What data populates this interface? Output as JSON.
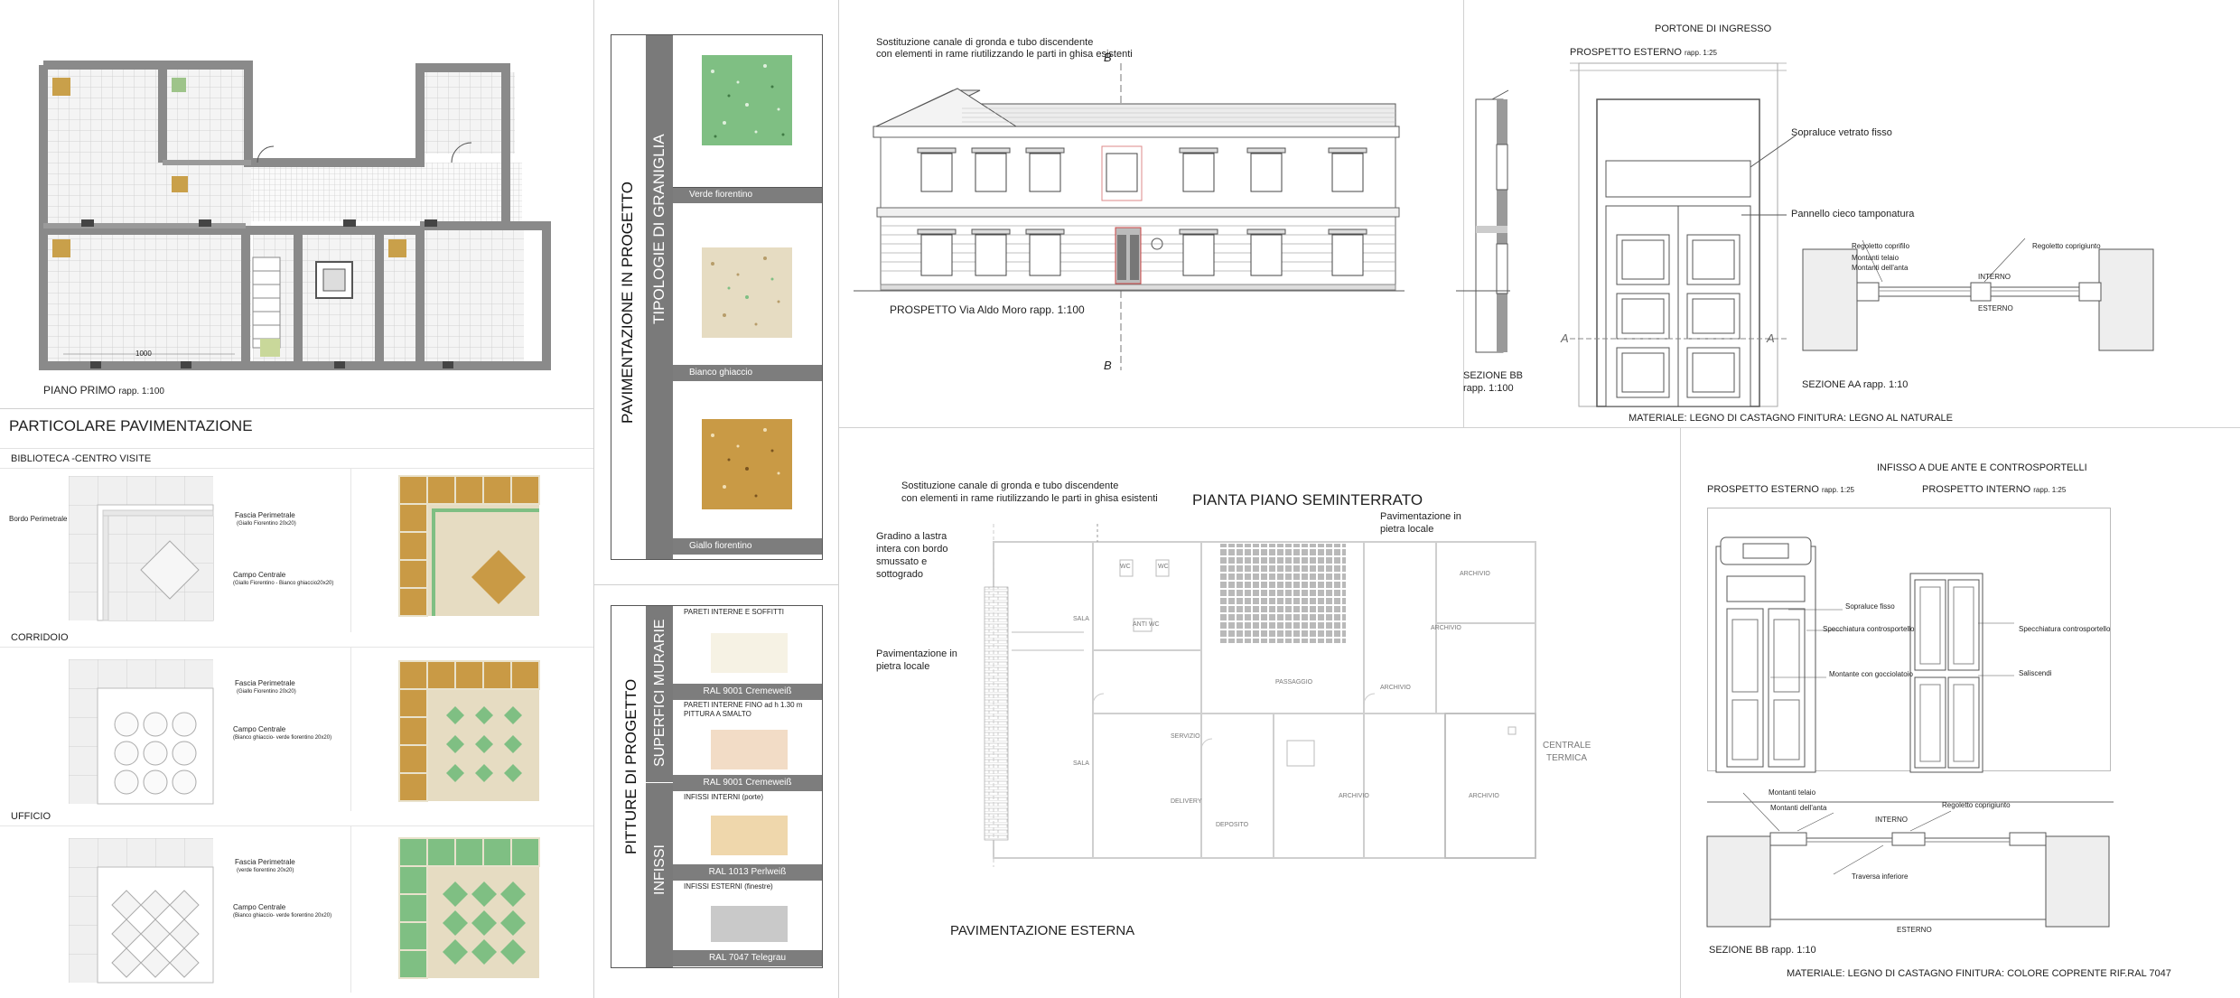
{
  "colors": {
    "verde": "#7fbf83",
    "bianco": "#e6dcc2",
    "giallo": "#c99a45",
    "ral9001": "#f6f2e4",
    "ral9001b": "#f2dcc6",
    "ral1013": "#efd7ac",
    "ral7047": "#c9c9c9",
    "wall": "#8a8a8a",
    "bar": "#7a7a7a"
  },
  "plan": {
    "dimension": "1000",
    "title": "PIANO PRIMO",
    "scale": "rapp. 1:100"
  },
  "pavimentazione": {
    "title": "PARTICOLARE PAVIMENTAZIONE",
    "sections": [
      {
        "title": "BIBLIOTECA -CENTRO VISITE",
        "left_label": "Bordo Perimetrale",
        "fascia": "Fascia Perimetrale",
        "fascia_sub": "(Giallo Fiorentino 20x20)",
        "campo": "Campo Centrale",
        "campo_sub": "(Giallo Fiorentino - Bianco ghiaccio20x20)"
      },
      {
        "title": "CORRIDOIO",
        "fascia": "Fascia Perimetrale",
        "fascia_sub": "(Giallo Fiorentino 20x20)",
        "campo": "Campo Centrale",
        "campo_sub": "(Bianco ghiaccio- verde fiorentino 20x20)"
      },
      {
        "title": "UFFICIO",
        "fascia": "Fascia Perimetrale",
        "fascia_sub": "(verde fiorentino 20x20)",
        "campo": "Campo Centrale",
        "campo_sub": "(Bianco ghiaccio- verde fiorentino 20x20)"
      }
    ]
  },
  "graniglia": {
    "title1": "PAVIMENTAZIONE IN PROGETTO",
    "title2": "TIPOLOGIE DI GRANIGLIA",
    "swatches": [
      "Verde fiorentino",
      "Bianco ghiaccio",
      "Giallo fiorentino"
    ]
  },
  "pitture": {
    "title1": "PITTURE DI PROGETTO",
    "group1": "SUPERFICI MURARIE",
    "group2": "INFISSI",
    "items": [
      {
        "head": "PARETI INTERNE  E SOFFITTI",
        "head2": "",
        "ral": "RAL 9001  Cremeweiß"
      },
      {
        "head": "PARETI INTERNE FINO ad h 1.30 m",
        "head2": "PITTURA A SMALTO",
        "ral": "RAL 9001  Cremeweiß"
      },
      {
        "head": "INFISSI INTERNI (porte)",
        "head2": "",
        "ral": "RAL 1013  Perlweiß"
      },
      {
        "head": "INFISSI ESTERNI (finestre)",
        "head2": "",
        "ral": "RAL 7047  Telegrau"
      }
    ]
  },
  "prospetto": {
    "note1": "Sostituzione canale di gronda e tubo discendente",
    "note2": "con elementi in rame riutilizzando le parti in ghisa esistenti",
    "caption": "PROSPETTO Via Aldo Moro rapp. 1:100",
    "b_top": "B",
    "b_bottom": "B",
    "sezione": "SEZIONE BB",
    "sezione_scale": "rapp. 1:100"
  },
  "portone": {
    "title": "PORTONE DI INGRESSO",
    "prospetto": "PROSPETTO ESTERNO",
    "prospetto_scale": "rapp. 1:25",
    "sopraluce": "Sopraluce vetrato fisso",
    "pannello": "Pannello cieco tamponatura",
    "a_left": "A",
    "a_right": "A",
    "sez_labels": [
      "Regoletto coprifilo",
      "Montanti telaio",
      "Montanti dell'anta",
      "Regoletto coprigiunto",
      "INTERNO",
      "ESTERNO"
    ],
    "sezione": "SEZIONE AA",
    "sezione_scale": "rapp. 1:10",
    "materiale": "MATERIALE: LEGNO DI CASTAGNO   FINITURA: LEGNO AL NATURALE"
  },
  "seminterrato": {
    "note1": "Sostituzione canale di gronda e tubo discendente",
    "note2": "con elementi in rame riutilizzando le parti in ghisa esistenti",
    "title": "PIANTA PIANO SEMINTERRATO",
    "pietra_top": "Pavimentazione in",
    "pietra_top2": "pietra locale",
    "gradino": [
      "Gradino a lastra",
      "intera con bordo",
      "smussato e",
      "sottogrado"
    ],
    "pietra_left": "Pavimentazione in",
    "pietra_left2": "pietra locale",
    "centrale": "CENTRALE",
    "centrale2": "TERMICA",
    "esterna": "PAVIMENTAZIONE ESTERNA",
    "rooms": [
      "SALA",
      "WC",
      "WC",
      "ANTI WC",
      "ARCHIVIO",
      "ARCHIVIO",
      "PASSAGGIO",
      "ARCHIVIO",
      "SERVIZIO",
      "SALA",
      "DELIVERY",
      "DEPOSITO",
      "ARCHIVIO",
      "ARCHIVIO"
    ]
  },
  "infisso": {
    "title": "INFISSO A DUE ANTE E CONTROSPORTELLI",
    "prospetto_est": "PROSPETTO ESTERNO",
    "prospetto_est_scale": "rapp. 1:25",
    "prospetto_int": "PROSPETTO INTERNO",
    "prospetto_int_scale": "rapp. 1:25",
    "labels": [
      "Sopraluce fisso",
      "Specchiatura controsportello",
      "Montante con gocciolatoio",
      "Specchiatura controsportello",
      "Saliscendi"
    ],
    "sez_labels": [
      "Montanti telaio",
      "Montanti dell'anta",
      "Regoletto coprigiunto",
      "INTERNO",
      "Traversa inferiore",
      "ESTERNO"
    ],
    "sezione": "SEZIONE BB",
    "sezione_scale": "rapp. 1:10",
    "materiale": "MATERIALE: LEGNO DI CASTAGNO   FINITURA: COLORE COPRENTE RIF.RAL 7047"
  }
}
